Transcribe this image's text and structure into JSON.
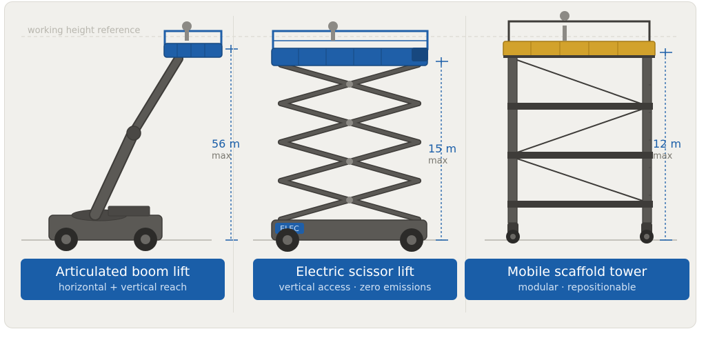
{
  "reference": {
    "label": "working height reference"
  },
  "equipment": [
    {
      "title": "Articulated boom lift",
      "subtitle": "horizontal + vertical reach",
      "height": "56 m",
      "unit_note": "max"
    },
    {
      "title": "Electric scissor lift",
      "subtitle": "vertical access · zero emissions",
      "height": "15 m",
      "unit_note": "max",
      "badge": "ELEC"
    },
    {
      "title": "Mobile scaffold tower",
      "subtitle": "modular · repositionable",
      "height": "12 m",
      "unit_note": "max"
    }
  ],
  "colors": {
    "accent": "#1a5ea8",
    "platform_blue": "#1f5fa8",
    "scaffold_yellow": "#d2a22c",
    "machine_grey": "#5b5955",
    "background": "#f1f0ec"
  }
}
